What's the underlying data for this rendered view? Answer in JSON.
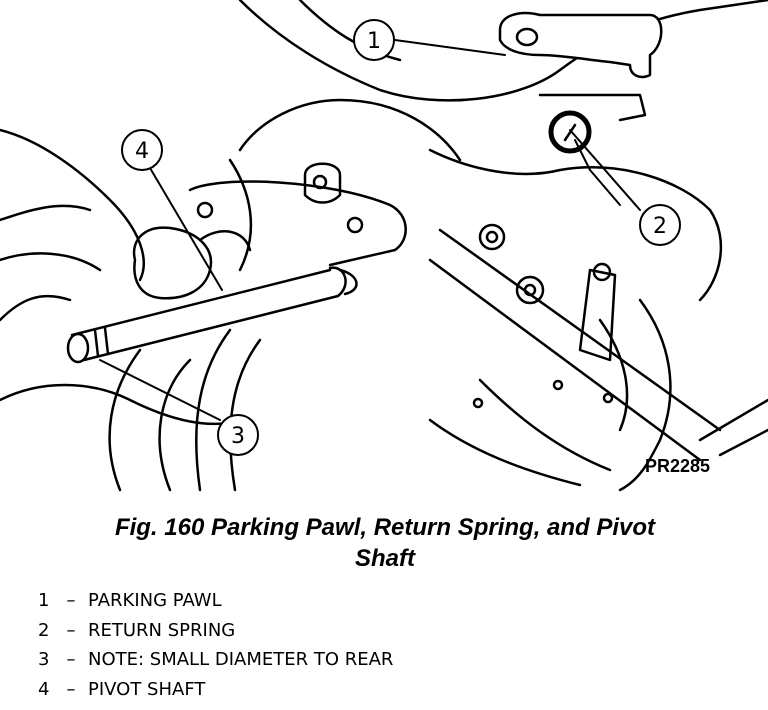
{
  "figure": {
    "code": "PR2285",
    "callouts": [
      "1",
      "2",
      "3",
      "4"
    ]
  },
  "caption": {
    "line1": "Fig. 160 Parking Pawl, Return Spring, and Pivot",
    "line2": "Shaft"
  },
  "legend": [
    {
      "num": "1",
      "dash": "–",
      "text": "PARKING PAWL"
    },
    {
      "num": "2",
      "dash": "–",
      "text": "RETURN SPRING"
    },
    {
      "num": "3",
      "dash": "–",
      "text": "NOTE: SMALL DIAMETER TO REAR"
    },
    {
      "num": "4",
      "dash": "–",
      "text": "PIVOT SHAFT"
    }
  ]
}
